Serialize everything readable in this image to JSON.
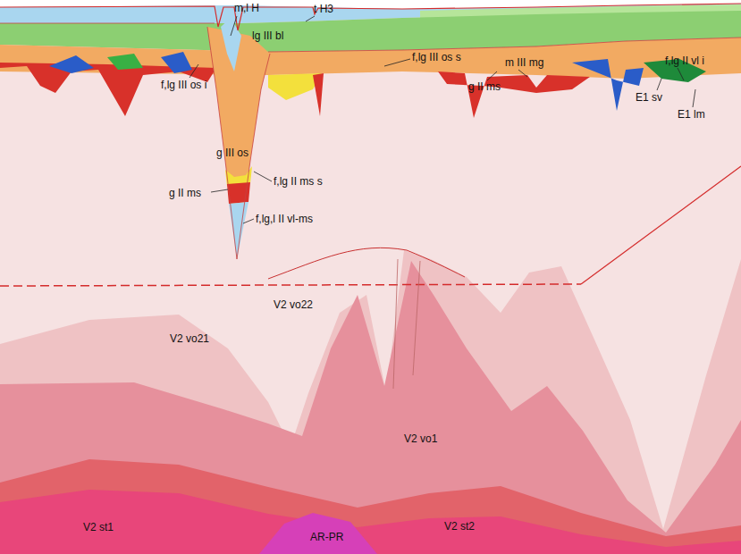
{
  "diagram": {
    "labels": [
      "m,l H",
      "t H3",
      "lg III bl",
      "f,lg III os s",
      "m III mg",
      "f,lg II vl i",
      "f,lg III os i",
      "g II ms",
      "E1 sv",
      "E1 lm",
      "g III os",
      "f,lg II ms s",
      "g II ms",
      "f,lg,l II vl-ms",
      "V2 vo22",
      "V2 vo21",
      "V2 vo1",
      "V2 st1",
      "AR-PR",
      "V2 st2"
    ]
  }
}
